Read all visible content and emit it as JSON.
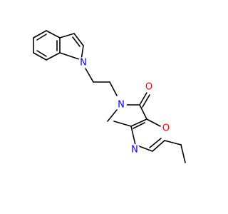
{
  "molecule": {
    "atoms": [
      {
        "id": "n_indole",
        "symbol": "N"
      },
      {
        "id": "n_amide",
        "symbol": "N"
      },
      {
        "id": "o_carbonyl",
        "symbol": "O"
      },
      {
        "id": "o_ring",
        "symbol": "O"
      },
      {
        "id": "n_oxazole",
        "symbol": "N"
      }
    ],
    "colors": {
      "N": "#0000ff",
      "O": "#ff0000",
      "bond": "#000000"
    }
  }
}
